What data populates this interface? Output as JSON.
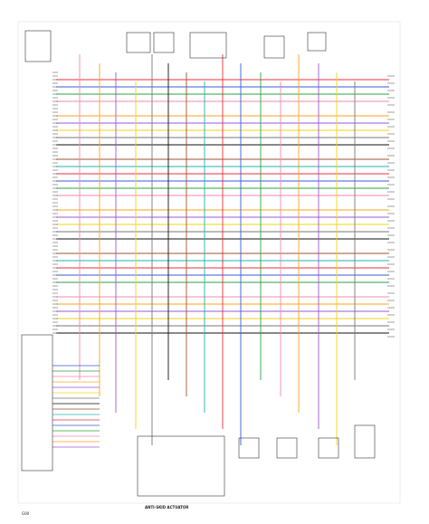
{
  "diagram": {
    "kind": "automotive wiring schematic",
    "background": "#ffffff",
    "ink": "#222222",
    "wire_colors": [
      "#e8323c",
      "#3a5bd9",
      "#2ea043",
      "#f08ab0",
      "#f5a623",
      "#9b59d0",
      "#f2d31b",
      "#777777",
      "#111111",
      "#a0522d",
      "#21b3b3"
    ],
    "labels": {
      "bottom_center": "ANTI-SKID ACTUATOR",
      "bottom_left_code": "G00"
    }
  }
}
